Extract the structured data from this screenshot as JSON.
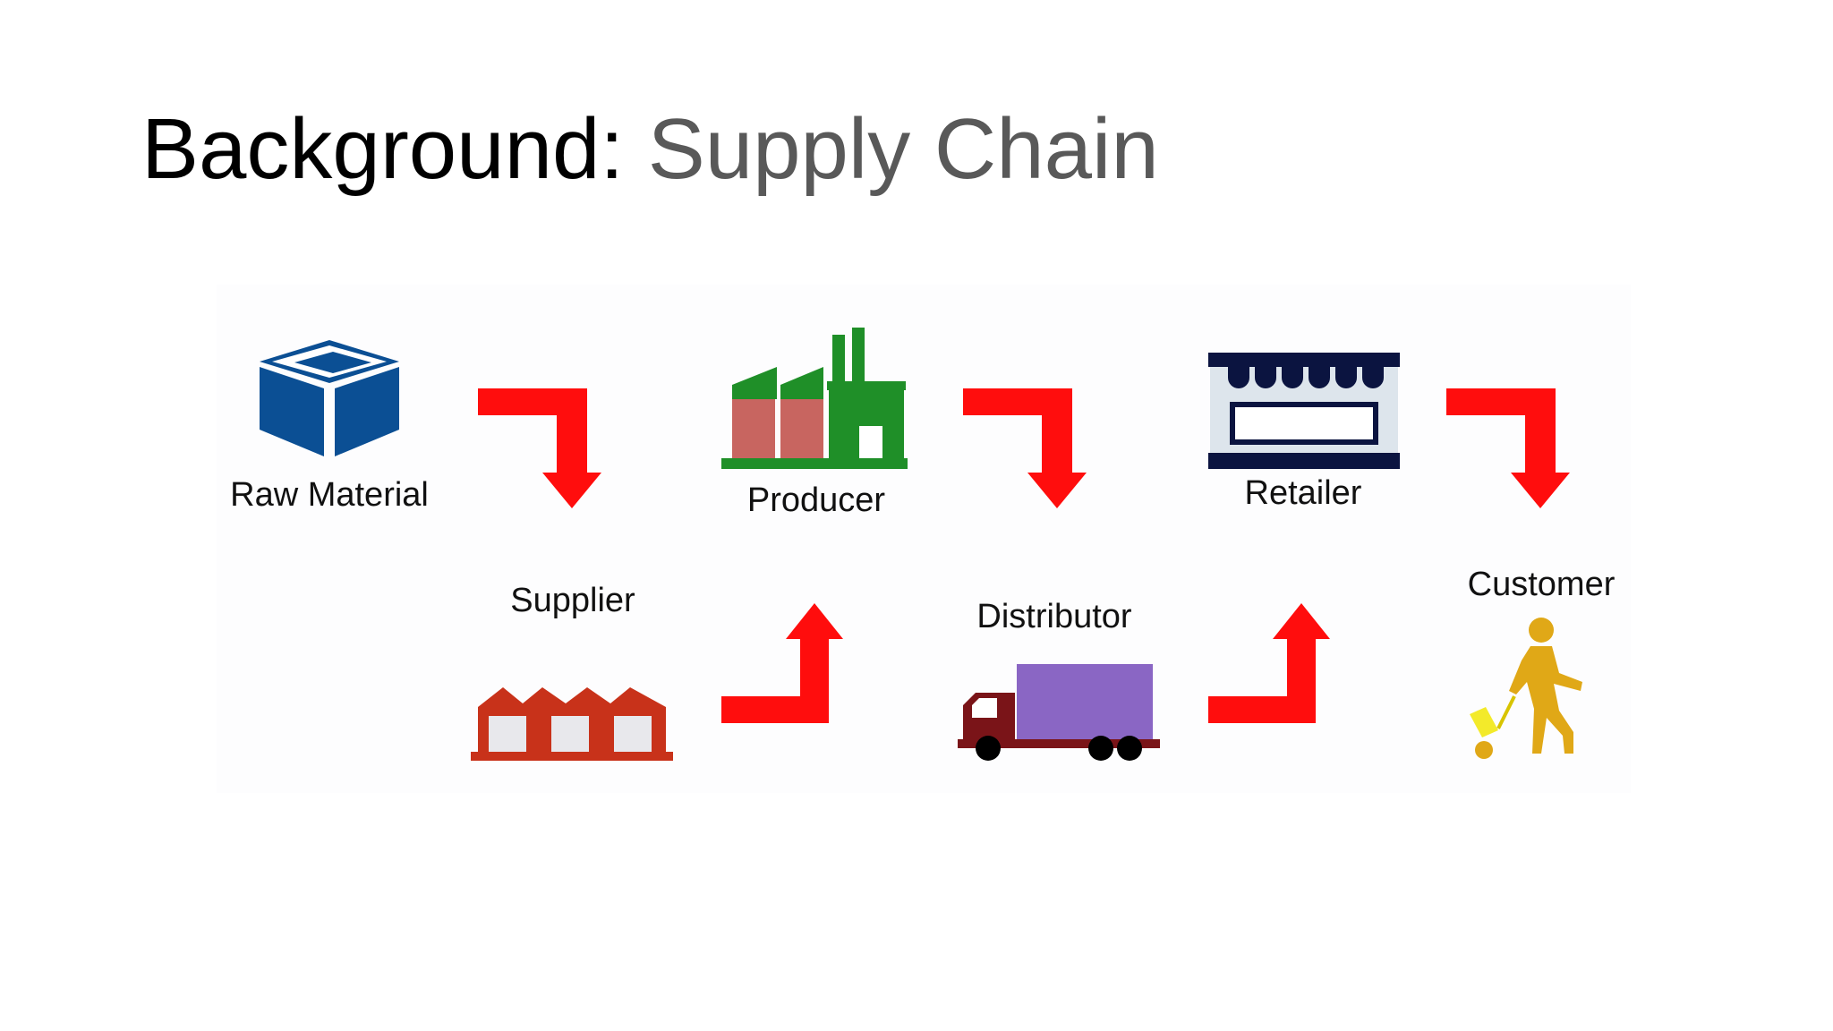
{
  "slide": {
    "title_prefix": "Background:",
    "title_subject": "Supply Chain"
  },
  "diagram": {
    "nodes": [
      {
        "label": "Raw Material",
        "icon": "box-icon",
        "color": "#0b4f94"
      },
      {
        "label": "Supplier",
        "icon": "warehouse-icon",
        "color": "#c8321a"
      },
      {
        "label": "Producer",
        "icon": "factory-icon",
        "color": "#1f8f28"
      },
      {
        "label": "Distributor",
        "icon": "delivery-truck-icon",
        "color": "#8a66c4"
      },
      {
        "label": "Retailer",
        "icon": "storefront-icon",
        "color": "#0b1440"
      },
      {
        "label": "Customer",
        "icon": "person-with-luggage-icon",
        "color": "#e0a817"
      }
    ],
    "arrows": [
      {
        "from": "Raw Material",
        "to": "Supplier",
        "direction": "right-then-down"
      },
      {
        "from": "Supplier",
        "to": "Producer",
        "direction": "right-then-up"
      },
      {
        "from": "Producer",
        "to": "Distributor",
        "direction": "right-then-down"
      },
      {
        "from": "Distributor",
        "to": "Retailer",
        "direction": "right-then-up"
      },
      {
        "from": "Retailer",
        "to": "Customer",
        "direction": "right-then-down"
      }
    ],
    "arrow_color": "#ff0d0d"
  }
}
